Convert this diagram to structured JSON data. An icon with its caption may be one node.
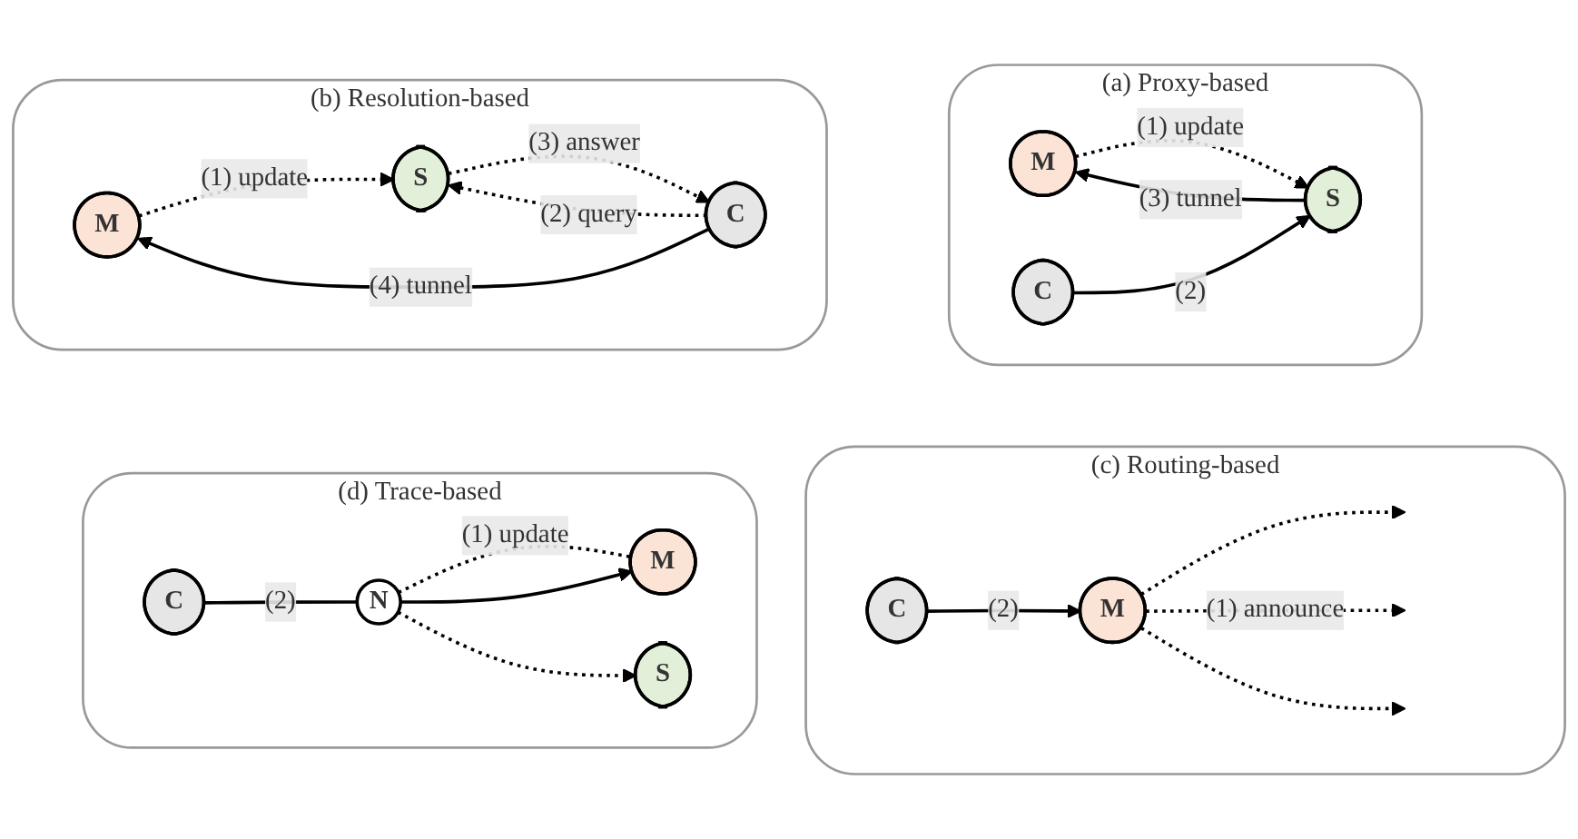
{
  "diagram": {
    "nodes": [
      {
        "text": [
          "(a) Proxy-based"
        ]
      },
      {
        "text": [
          "M"
        ],
        "in": 0
      },
      {
        "text": [
          "S"
        ],
        "in": 0
      },
      {
        "text": [
          "C"
        ],
        "in": 0
      },
      {
        "text": [
          "(b) Resolution-based"
        ]
      },
      {
        "text": [
          "M"
        ],
        "in": 4
      },
      {
        "text": [
          "S"
        ],
        "in": 4
      },
      {
        "text": [
          "C"
        ],
        "in": 4
      },
      {
        "text": [
          "(c) Routing-based"
        ]
      },
      {
        "text": [
          "M"
        ],
        "in": 8
      },
      {
        "text": [
          "C"
        ],
        "in": 8
      },
      {
        "text": [
          "(d) Trace-based"
        ]
      },
      {
        "text": [
          "M"
        ],
        "in": 11
      },
      {
        "text": [
          "N"
        ],
        "in": 11
      },
      {
        "text": [
          "S"
        ],
        "in": 11
      },
      {
        "text": [
          "C"
        ],
        "in": 11
      }
    ],
    "edges": [
      {
        "from": 2,
        "to": 1,
        "arrow": "to",
        "label": "(3) tunnel"
      },
      {
        "from": 1,
        "to": 2,
        "arrow": "to",
        "label": "(1) update",
        "style": "dashed"
      },
      {
        "from": 3,
        "to": 2,
        "arrow": "to",
        "label": "(2)"
      },
      {
        "from": 7,
        "to": 5,
        "arrow": "to",
        "label": "(4) tunnel"
      },
      {
        "from": 5,
        "to": 6,
        "arrow": "to",
        "label": "(1) update",
        "style": "dashed"
      },
      {
        "from": 7,
        "to": 6,
        "arrow": "to",
        "label": "(2) query",
        "style": "dashed"
      },
      {
        "from": 6,
        "to": 7,
        "arrow": "to",
        "label": "(3) answer",
        "style": "dashed"
      },
      {
        "from": 9,
        "to": null,
        "arrow": "to",
        "style": "dashed"
      },
      {
        "from": 9,
        "to": null,
        "arrow": "to",
        "label": "(1) announce",
        "style": "dashed"
      },
      {
        "from": 9,
        "to": null,
        "arrow": "to",
        "style": "dashed"
      },
      {
        "from": 10,
        "to": 9,
        "arrow": "to",
        "label": "(2)"
      },
      {
        "from": 13,
        "to": 12,
        "arrow": "none",
        "label": "(1) update",
        "style": "dashed"
      },
      {
        "from": 13,
        "to": 12,
        "arrow": "to"
      },
      {
        "from": 13,
        "to": 14,
        "arrow": "to",
        "style": "dashed"
      },
      {
        "from": 15,
        "to": 13,
        "arrow": "none",
        "label": "(2)"
      }
    ]
  }
}
